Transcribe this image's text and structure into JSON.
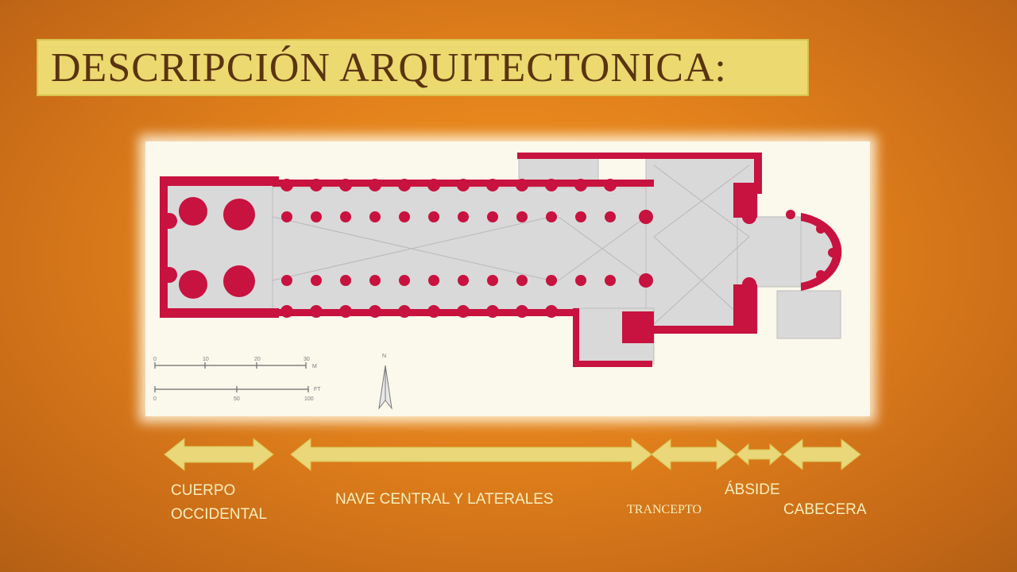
{
  "slide": {
    "title": "DESCRIPCIÓN ARQUITECTONICA:",
    "colors": {
      "background": "#e3821c",
      "title_box": "#ecd96f",
      "title_text": "#5a3410",
      "arrow": "#e9d77a",
      "label": "#f7eebd",
      "plan_wall": "#c8123f",
      "plan_floor": "#d8d8d8"
    }
  },
  "plan": {
    "image_icon": "cathedral-floor-plan",
    "scale_icon": "scale-bar",
    "north_icon": "north-arrow-icon",
    "scale_m_ticks": [
      "0",
      "10",
      "20",
      "30"
    ],
    "scale_m_unit": "M",
    "scale_ft_ticks": [
      "0",
      "50",
      "100"
    ],
    "scale_ft_unit": "FT",
    "north_label": "N"
  },
  "labels": {
    "cuerpo_line1": "CUERPO",
    "cuerpo_line2": "OCCIDENTAL",
    "nave": "NAVE CENTRAL Y LATERALES",
    "transepto": "TRANCEPTO",
    "abside": "ÁBSIDE",
    "cabecera": "CABECERA"
  }
}
